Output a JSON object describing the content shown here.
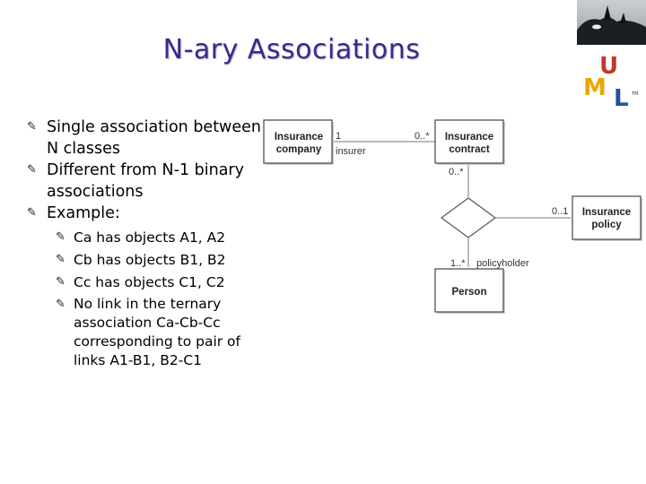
{
  "title": "N-ary Associations",
  "bullets": [
    "Single association between N classes",
    "Different from N-1 binary associations",
    "Example:"
  ],
  "sub_bullets": [
    "Ca has objects A1, A2",
    "Cb has objects B1, B2",
    "Cc has objects C1, C2",
    "No link in the ternary association Ca-Cb-Cc corresponding to pair of links A1-B1, B2-C1"
  ],
  "diagram": {
    "classes": {
      "insurance_company": [
        "Insurance",
        "company"
      ],
      "insurance_contract": [
        "Insurance",
        "contract"
      ],
      "insurance_policy": [
        "Insurance",
        "policy"
      ],
      "person": "Person"
    },
    "labels": {
      "company_mult": "1",
      "contract_mult_left": "0..*",
      "insurer_role": "insurer",
      "contract_mult_bottom": "0..*",
      "policy_mult": "0..1",
      "person_mult": "1..*",
      "policyholder_role": "policyholder"
    }
  },
  "logo": {
    "letters": [
      "U",
      "M",
      "L"
    ],
    "tm": "TM"
  },
  "colors": {
    "title": "#3a2a8a",
    "uml_u": "#c0392b",
    "uml_m": "#e8a800",
    "uml_l": "#2850a0"
  },
  "icons": {
    "bullet": "pencil-bullet-icon"
  }
}
